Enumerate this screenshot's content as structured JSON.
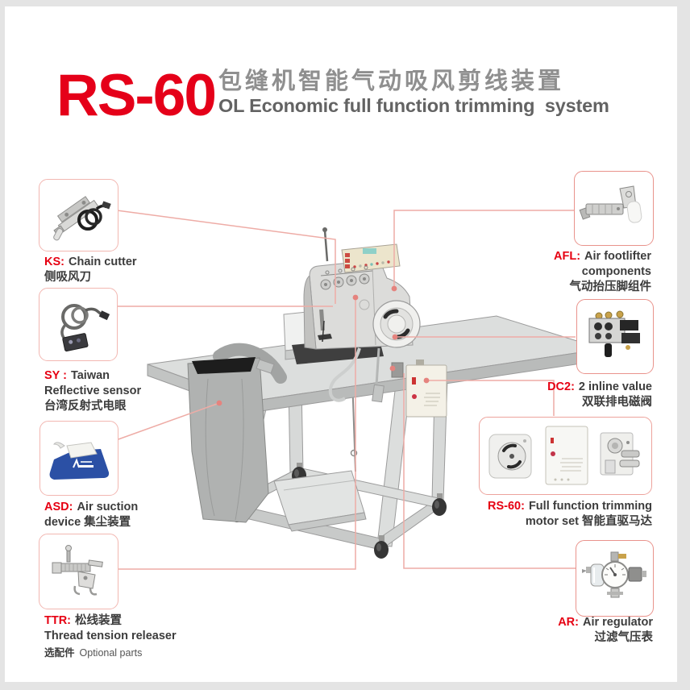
{
  "header": {
    "model": "RS-60",
    "title_zh": "包缝机智能气动吸风剪线装置",
    "title_en": "OL Economic full function trimming  system"
  },
  "callouts": {
    "ks": {
      "code": "KS:",
      "en": "Chain cutter",
      "zh": "侧吸风刀"
    },
    "sy": {
      "code": "SY :",
      "en1": "Taiwan",
      "en2": "Reflective sensor",
      "zh": "台湾反射式电眼"
    },
    "asd": {
      "code": "ASD:",
      "en1": "Air suction",
      "en2": "device 集尘装置"
    },
    "ttr": {
      "code": "TTR:",
      "zh": "松线装置",
      "en": "Thread tension releaser",
      "opt_zh": "选配件",
      "opt_en": "Optional parts"
    },
    "afl": {
      "code": "AFL:",
      "en1": "Air footlifter",
      "en2": "components",
      "zh": "气动抬压脚组件"
    },
    "dc2": {
      "code": "DC2:",
      "en": "2 inline value",
      "zh": "双联排电磁阀"
    },
    "rs60": {
      "code": "RS-60:",
      "en1": "Full function trimming",
      "en2": "motor set 智能直驱马达"
    },
    "ar": {
      "code": "AR:",
      "en": "Air regulator",
      "zh": "过滤气压表"
    }
  },
  "images": {
    "ks": "chain-cutter-with-coiled-cable",
    "sy": "reflective-sensor-coiled-cable",
    "asd": "blue-air-suction-dust-bag",
    "ttr": "thread-tension-releaser-assembly",
    "afl": "air-footlifter-cylinder-components",
    "dc2": "double-inline-solenoid-valve",
    "rs60": [
      "direct-drive-motor",
      "control-box",
      "trimming-bracket"
    ],
    "ar": "air-filter-regulator-with-gauge"
  },
  "colors": {
    "accent_red": "#e60012",
    "model_red": "#e50019",
    "title_zh_gray": "#8f8f8f",
    "title_en_gray": "#636363",
    "label_dark": "#3c3c3c",
    "connector_pink": "#eeaca6",
    "anchor_dot": "#e5837e",
    "box_border_left": "#f2b7b1",
    "box_border_right": "#e9938c",
    "frame_gray": "#e4e4e4"
  }
}
